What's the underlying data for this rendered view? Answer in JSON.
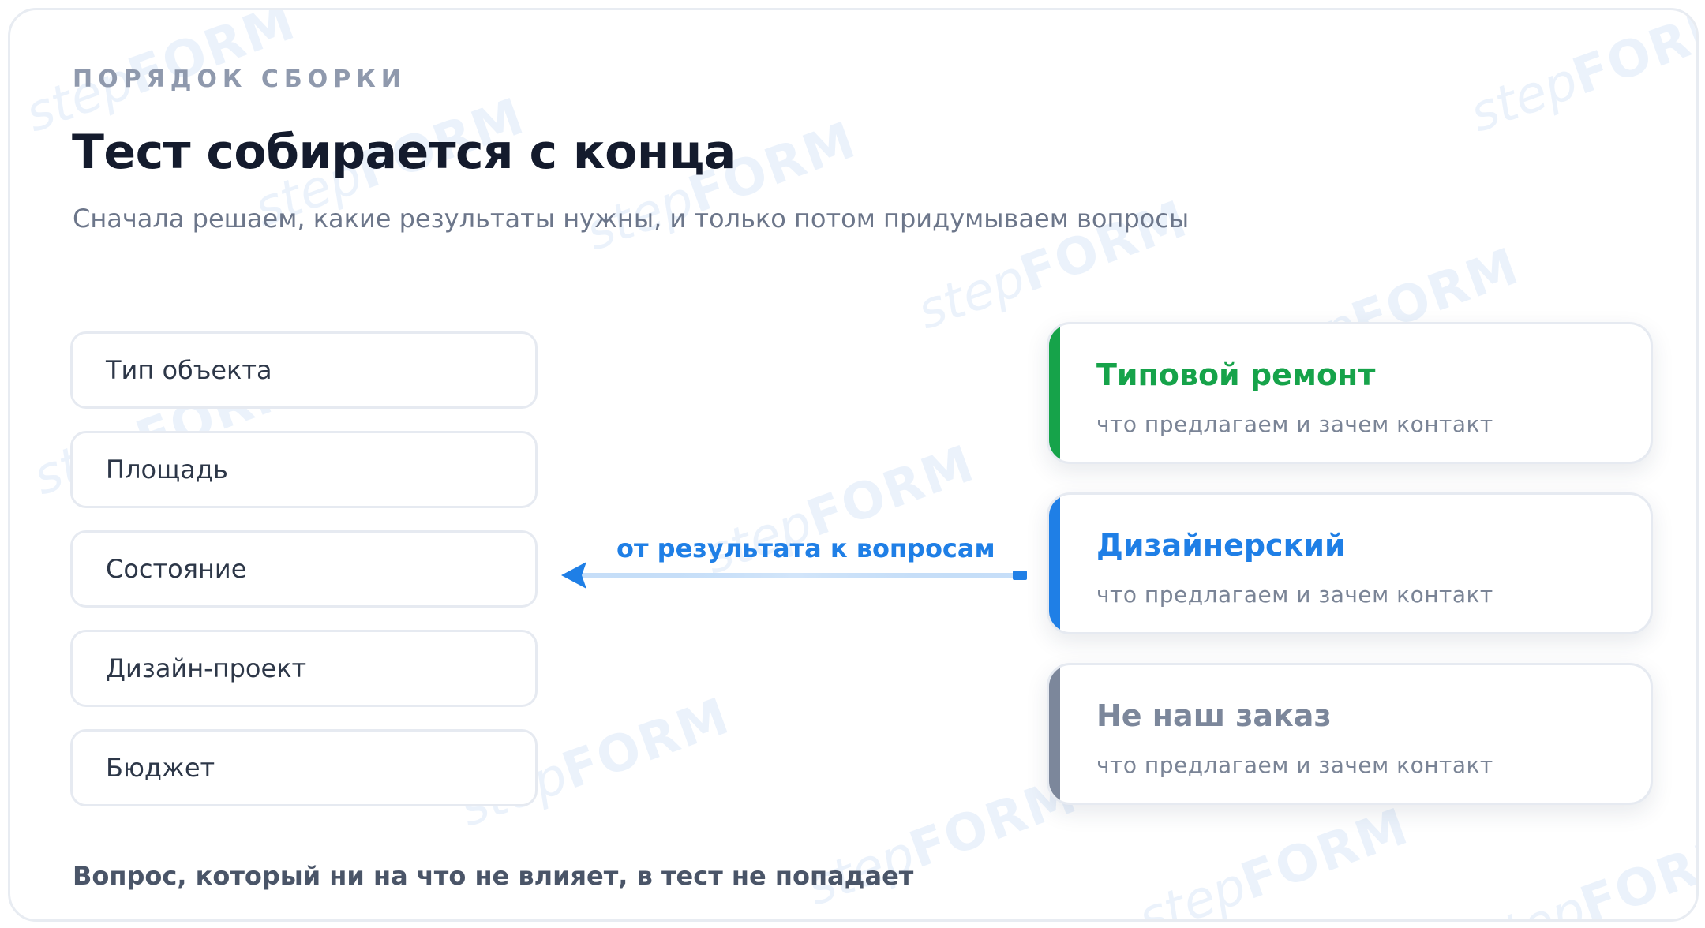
{
  "eyebrow": "ПОРЯДОК СБОРКИ",
  "title": "Тест собирается с конца",
  "subtitle": "Сначала решаем, какие результаты нужны, и только потом придумываем вопросы",
  "questions": [
    "Тип объекта",
    "Площадь",
    "Состояние",
    "Дизайн-проект",
    "Бюджет"
  ],
  "connector_label": "от результата к вопросам",
  "results": [
    {
      "title": "Типовой ремонт",
      "desc": "что предлагаем и зачем контакт",
      "color": "#16a34a"
    },
    {
      "title": "Дизайнерский",
      "desc": "что предлагаем и зачем контакт",
      "color": "#1f7fe6"
    },
    {
      "title": "Не наш заказ",
      "desc": "что предлагаем и зачем контакт",
      "color": "#7c879b"
    }
  ],
  "footer": "Вопрос, который ни на что не влияет, в тест не попадает",
  "watermark": {
    "step": "step",
    "form": "FORM"
  },
  "colors": {
    "accent": "#1f7fe6",
    "title": "#141b2d",
    "muted": "#6c768a"
  }
}
